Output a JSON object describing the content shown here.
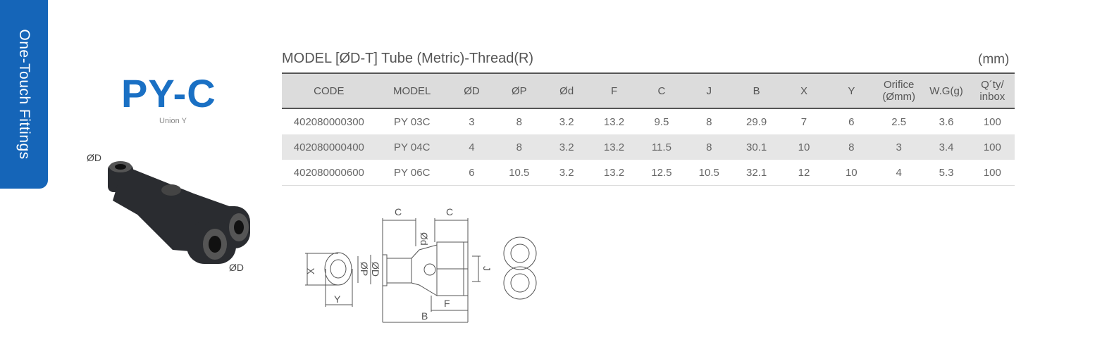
{
  "side_tab": {
    "label": "One-Touch Fittings"
  },
  "product": {
    "title": "PY-C",
    "subtitle": "Union Y",
    "label_top": "ØD",
    "label_bottom": "ØD"
  },
  "table": {
    "caption": "MODEL [ØD-T]  Tube (Metric)-Thread(R)",
    "unit": "(mm)",
    "headers": [
      "CODE",
      "MODEL",
      "ØD",
      "ØP",
      "Ød",
      "F",
      "C",
      "J",
      "B",
      "X",
      "Y",
      "Orifice (Ømm)",
      "W.G(g)",
      "Q´ty/ inbox"
    ],
    "rows": [
      [
        "402080000300",
        "PY 03C",
        "3",
        "8",
        "3.2",
        "13.2",
        "9.5",
        "8",
        "29.9",
        "7",
        "6",
        "2.5",
        "3.6",
        "100"
      ],
      [
        "402080000400",
        "PY 04C",
        "4",
        "8",
        "3.2",
        "13.2",
        "11.5",
        "8",
        "30.1",
        "10",
        "8",
        "3",
        "3.4",
        "100"
      ],
      [
        "402080000600",
        "PY 06C",
        "6",
        "10.5",
        "3.2",
        "13.2",
        "12.5",
        "10.5",
        "32.1",
        "12",
        "10",
        "4",
        "5.3",
        "100"
      ]
    ]
  },
  "diagram": {
    "labels": {
      "c1": "C",
      "c2": "C",
      "od": "Ød",
      "x": "X",
      "y": "Y",
      "op": "ØP",
      "oD": "ØD",
      "j": "J",
      "f": "F",
      "b": "B"
    }
  },
  "colors": {
    "accent": "#1565b8"
  }
}
